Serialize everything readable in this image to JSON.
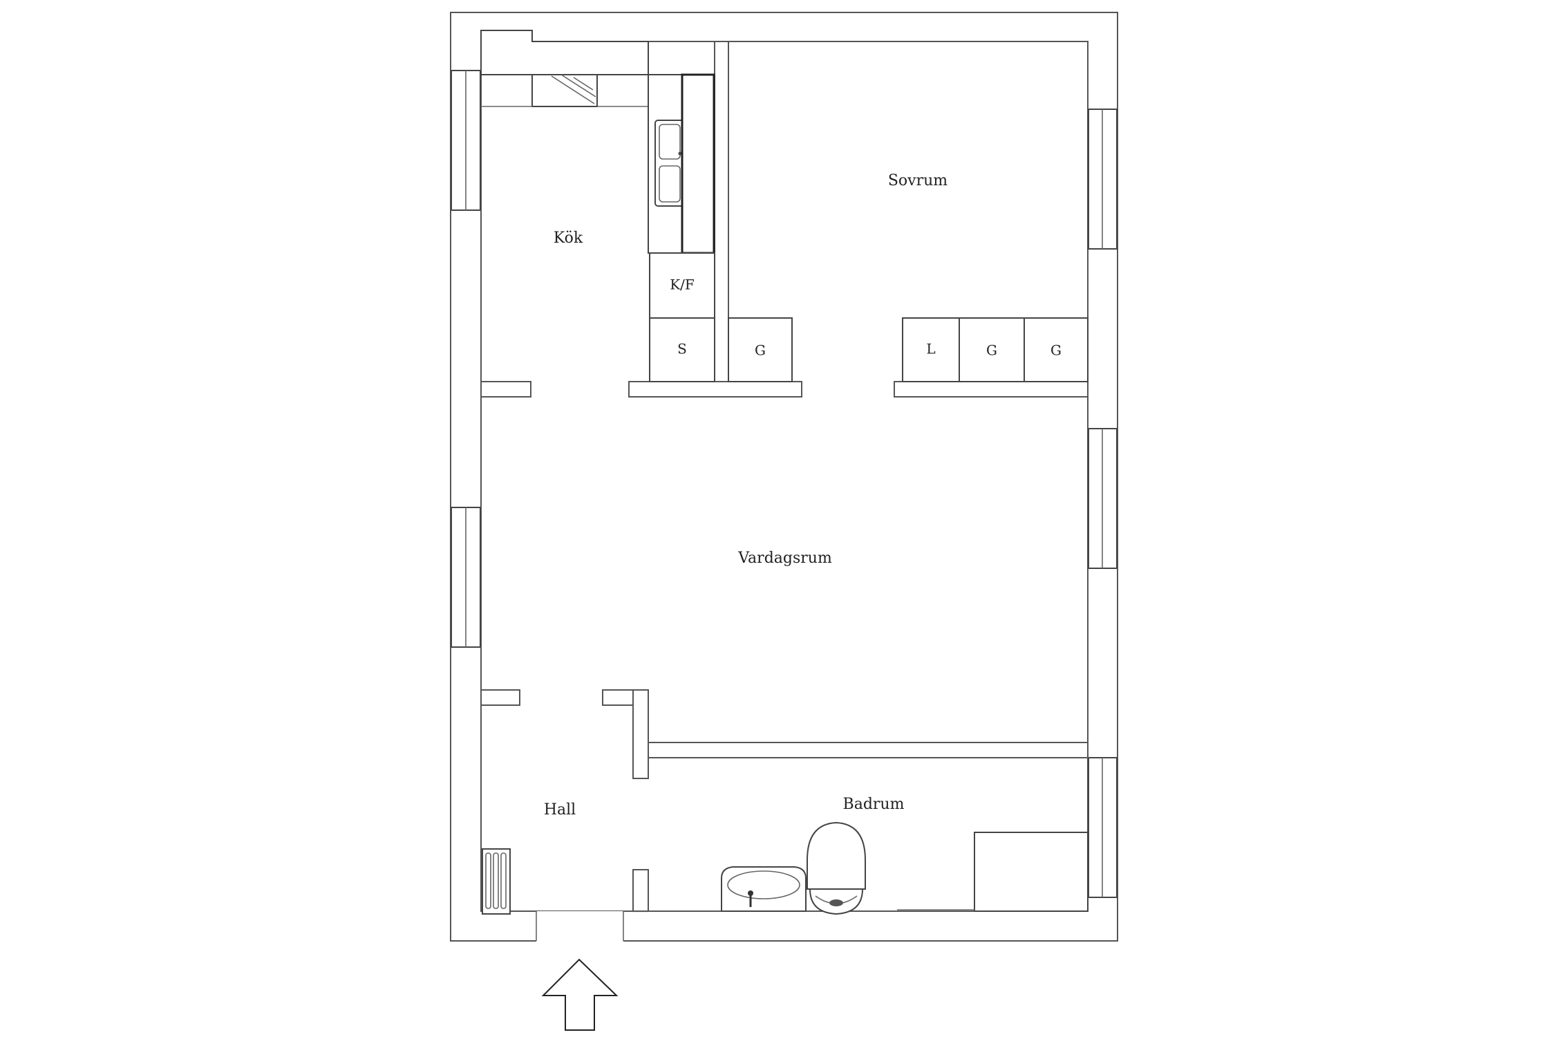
{
  "rooms": {
    "kitchen": "Kök",
    "bedroom": "Sovrum",
    "living": "Vardagsrum",
    "hall": "Hall",
    "bathroom": "Badrum"
  },
  "fixtures": {
    "fridge_freezer": "K/F",
    "closet_kitchen": "S",
    "wardrobe_1": "G",
    "linen_closet": "L",
    "wardrobe_2": "G",
    "wardrobe_3": "G"
  },
  "colors": {
    "line": "#555555",
    "background": "#ffffff"
  },
  "icons": [
    "entrance-arrow-icon",
    "sink-icon",
    "stove-icon",
    "toilet-icon",
    "washbasin-icon",
    "radiator-icon"
  ]
}
